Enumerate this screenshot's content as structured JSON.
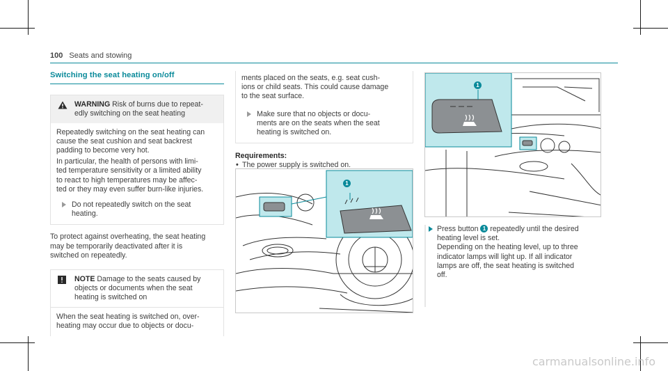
{
  "header": {
    "page_number": "100",
    "section": "Seats and stowing"
  },
  "title": "Switching the seat heating on/off",
  "warning": {
    "label": "WARNING",
    "lead": "Risk of burns due to repeat-",
    "lead2": "edly switching on the seat heating",
    "para1": [
      "Repeatedly switching on the seat heating can",
      "cause the seat cushion and seat backrest",
      "padding to become very hot."
    ],
    "para2": [
      "In particular, the health of persons with limi-",
      "ted temperature sensitivity or a limited ability",
      "to react to high temperatures may be affec-",
      "ted or they may even suffer burn-like injuries."
    ],
    "step": [
      "Do not repeatedly switch on the seat",
      "heating."
    ]
  },
  "protect_text": [
    "To protect against overheating, the seat heating",
    "may be temporarily deactivated after it is",
    "switched on repeatedly."
  ],
  "note": {
    "label": "NOTE",
    "lead": "Damage to the seats caused by",
    "lead2": "objects or documents when the seat",
    "lead3": "heating is switched on",
    "body": [
      "When the seat heating is switched on, over-",
      "heating may occur due to objects or docu-"
    ]
  },
  "note_cont": {
    "body": [
      "ments placed on the seats, e.g. seat cush-",
      "ions or child seats. This could cause damage",
      "to the seat surface."
    ],
    "step": [
      "Make sure that no objects or docu-",
      "ments are on the seats when the seat",
      "heating is switched on."
    ]
  },
  "requirements": {
    "label": "Requirements:",
    "item": "The power supply is switched on."
  },
  "callout_label": "1",
  "instruction": {
    "pre": "Press button",
    "post": "repeatedly until the desired",
    "lines": [
      "heating level is set.",
      "Depending on the heating level, up to three",
      "indicator lamps will light up. If all indicator",
      "lamps are off, the seat heating is switched",
      "off."
    ]
  },
  "watermark": "carmanualsonline.info",
  "colors": {
    "accent": "#0a8a9a",
    "highlight": "#bfe8ec"
  }
}
